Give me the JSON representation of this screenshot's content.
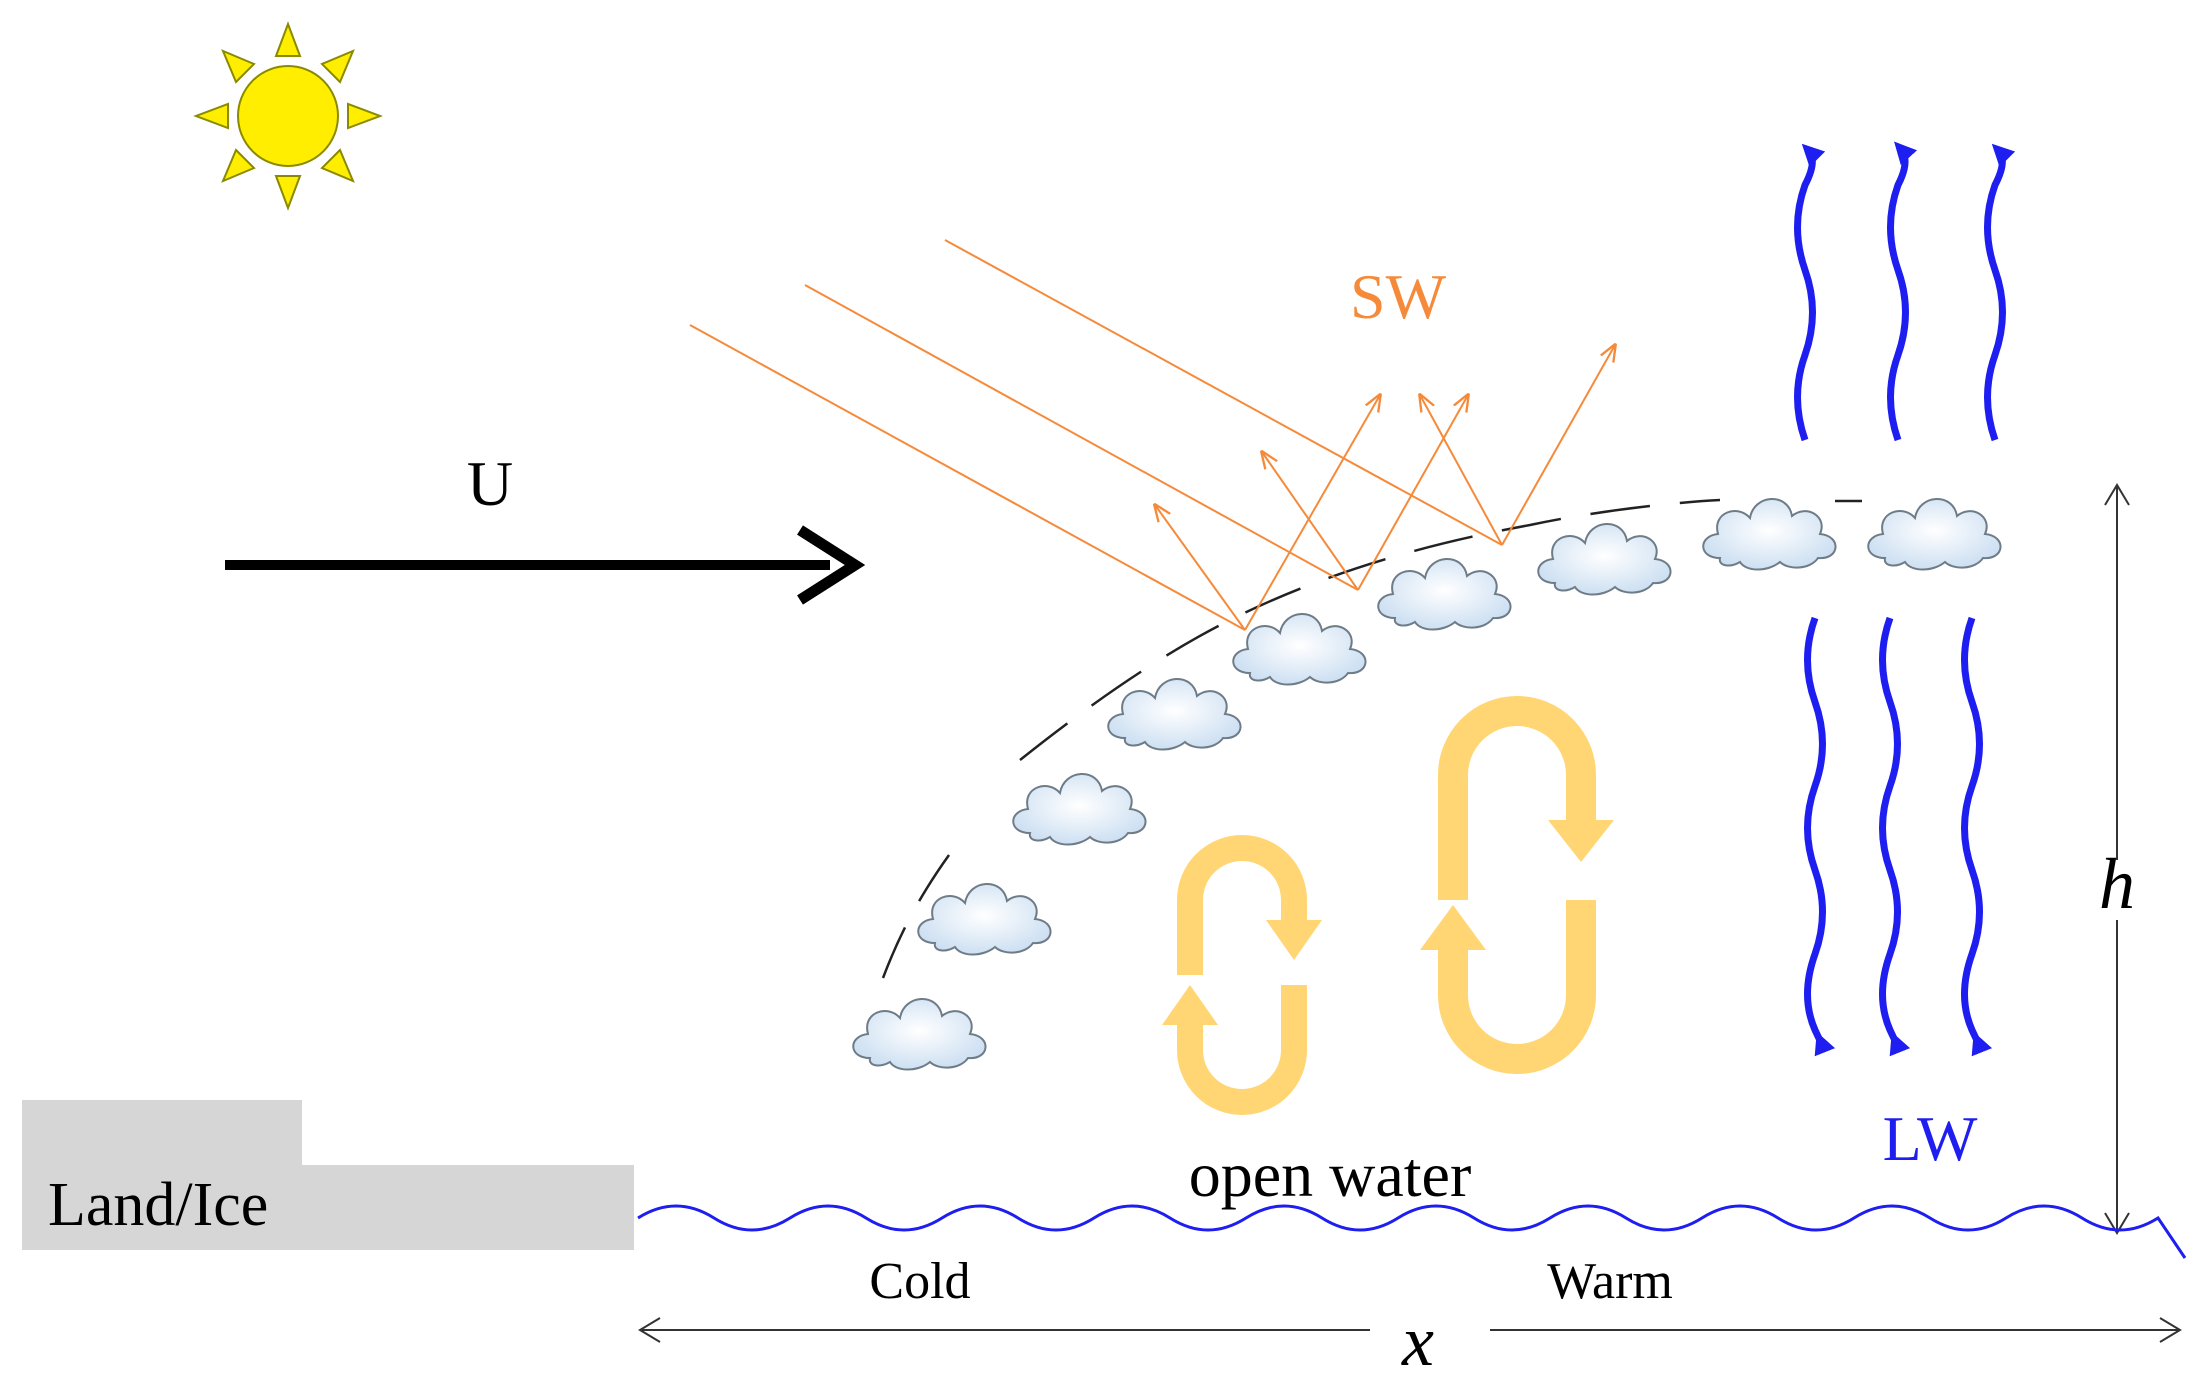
{
  "labels": {
    "wind": "U",
    "shortwave": "SW",
    "longwave": "LW",
    "height": "h",
    "distance": "x",
    "land": "Land/Ice",
    "water": "open water",
    "cold": "Cold",
    "warm": "Warm"
  },
  "colors": {
    "sun_fill": "#FFEE00",
    "sun_stroke": "#8A8A00",
    "shortwave": "#F58A3A",
    "longwave": "#1E1EF0",
    "convection": "#FFD673",
    "land": "#D6D6D6",
    "water": "#1E1EF0",
    "cloud_fill": "#DCEBF8",
    "cloud_stroke": "#6E7C88",
    "text": "#000000"
  },
  "icons": [
    "sun-icon",
    "cloud-icon",
    "circulation-loop-icon"
  ]
}
